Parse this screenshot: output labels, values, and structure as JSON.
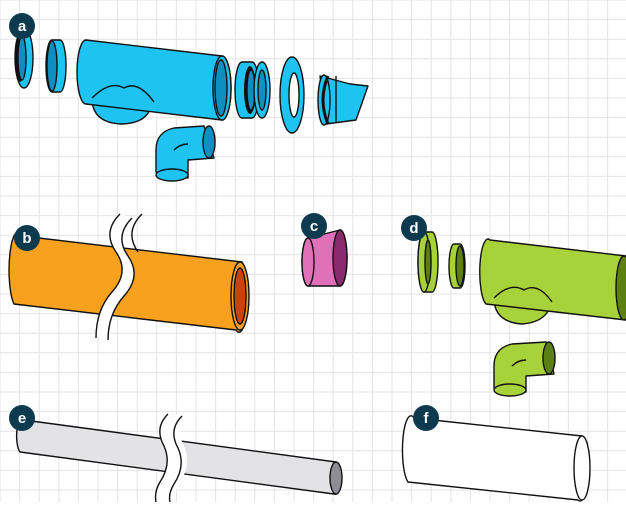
{
  "badges": {
    "a": "a",
    "b": "b",
    "c": "c",
    "d": "d",
    "e": "e",
    "f": "f"
  },
  "colors": {
    "blue": "#1ec3f2",
    "blue_dark": "#0f8fbf",
    "orange": "#f7a11f",
    "orange_inner": "#c8410f",
    "pink": "#e070b8",
    "pink_dark": "#8a2a6e",
    "green": "#a8d23a",
    "green_dark": "#5c7f12",
    "gray": "#e3e3e6",
    "gray_dark": "#8d8d93",
    "white": "#ffffff",
    "badge": "#0e3a4f",
    "outline": "#111111",
    "grid": "#e4e4e4"
  }
}
